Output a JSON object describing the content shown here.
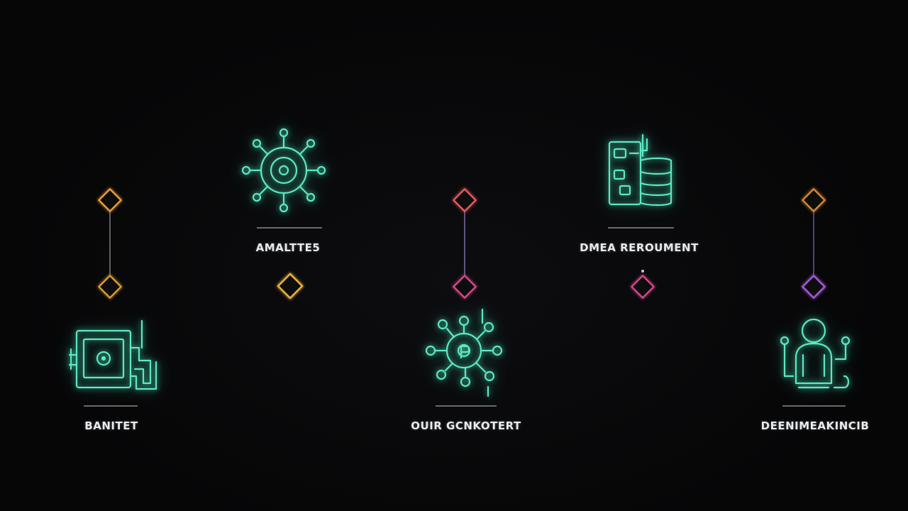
{
  "colors": {
    "background": "#060607",
    "orange": "#f2a23a",
    "red": "#ef5a62",
    "pink": "#d94a8c",
    "blue": "#6f8fd8",
    "purple": "#a35ad8",
    "teal": "#5ee8c4",
    "label": "#e8ecef"
  },
  "nodes": [
    {
      "label": "AMALTTE5",
      "icon": "network-hub-icon"
    },
    {
      "label": "DMEA REROUMENT",
      "icon": "data-document-icon"
    },
    {
      "label": "BANITET",
      "icon": "circuit-board-icon"
    },
    {
      "label": "OUIR GCNKOTERT",
      "icon": "connection-network-icon"
    },
    {
      "label": "DEENIMEAKINCIB",
      "icon": "person-figure-icon"
    }
  ]
}
